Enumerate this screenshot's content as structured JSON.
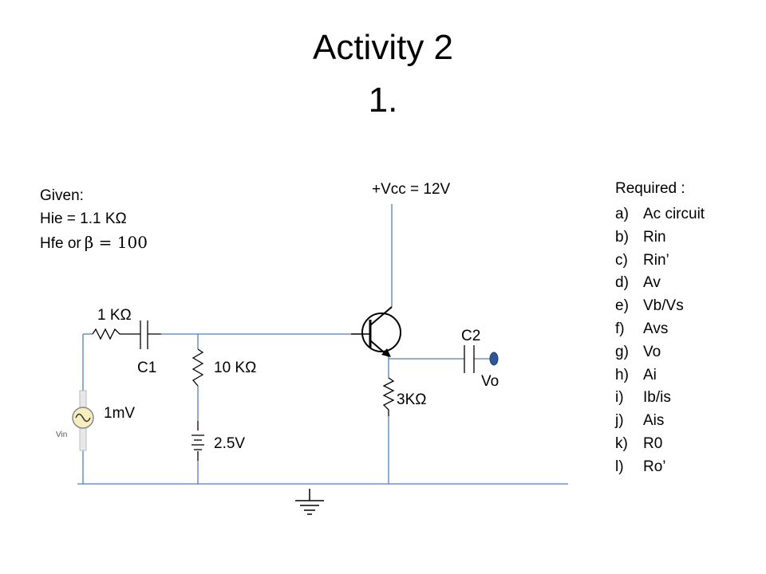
{
  "title": "Activity 2",
  "subtitle": "1.",
  "given": {
    "heading": "Given:",
    "hie": "Hie = 1.1 KΩ",
    "hfe_prefix": "Hfe or",
    "beta": "β = 100"
  },
  "required": {
    "heading": "Required :",
    "items": [
      {
        "marker": "a)",
        "text": "Ac circuit"
      },
      {
        "marker": "b)",
        "text": "Rin"
      },
      {
        "marker": "c)",
        "text": "Rin’"
      },
      {
        "marker": "d)",
        "text": "Av"
      },
      {
        "marker": "e)",
        "text": "Vb/Vs"
      },
      {
        "marker": "f)",
        "text": "Avs"
      },
      {
        "marker": "g)",
        "text": "Vo"
      },
      {
        "marker": "h)",
        "text": "Ai"
      },
      {
        "marker": "i)",
        "text": "Ib/is"
      },
      {
        "marker": "j)",
        "text": "Ais"
      },
      {
        "marker": "k)",
        "text": "R0"
      },
      {
        "marker": "l)",
        "text": "Ro’"
      }
    ]
  },
  "circuit": {
    "vcc": "+Vcc = 12V",
    "r_source": "1 KΩ",
    "c1": "C1",
    "r_base": "10 KΩ",
    "v_bias": "2.5V",
    "v_source": "1mV",
    "v_source_tag": "Vin",
    "r_emitter": "3KΩ",
    "c2": "C2",
    "output": "Vo"
  },
  "colors": {
    "wire": "#4f7fb8",
    "component": "#000000",
    "output_terminal": "#2f5597"
  }
}
